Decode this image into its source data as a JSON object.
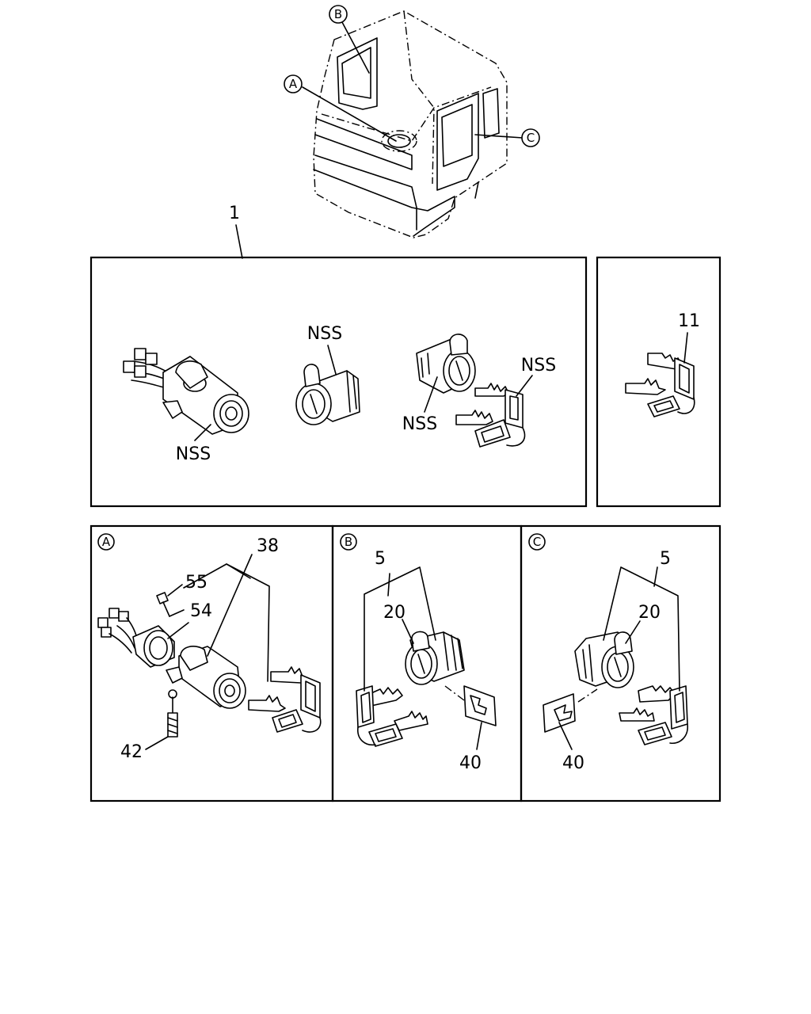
{
  "callouts": {
    "view_a": "A",
    "view_b": "B",
    "view_c": "C"
  },
  "panel_main": {
    "part_no": "1",
    "nss_1": "NSS",
    "nss_2": "NSS",
    "nss_3": "NSS",
    "nss_4": "NSS"
  },
  "panel_side": {
    "part_no": "11"
  },
  "panel_a": {
    "letter": "A",
    "p38": "38",
    "p55": "55",
    "p54": "54",
    "p42": "42"
  },
  "panel_b": {
    "letter": "B",
    "p5": "5",
    "p20": "20",
    "p40": "40"
  },
  "panel_c": {
    "letter": "C",
    "p5": "5",
    "p20": "20",
    "p40": "40"
  }
}
